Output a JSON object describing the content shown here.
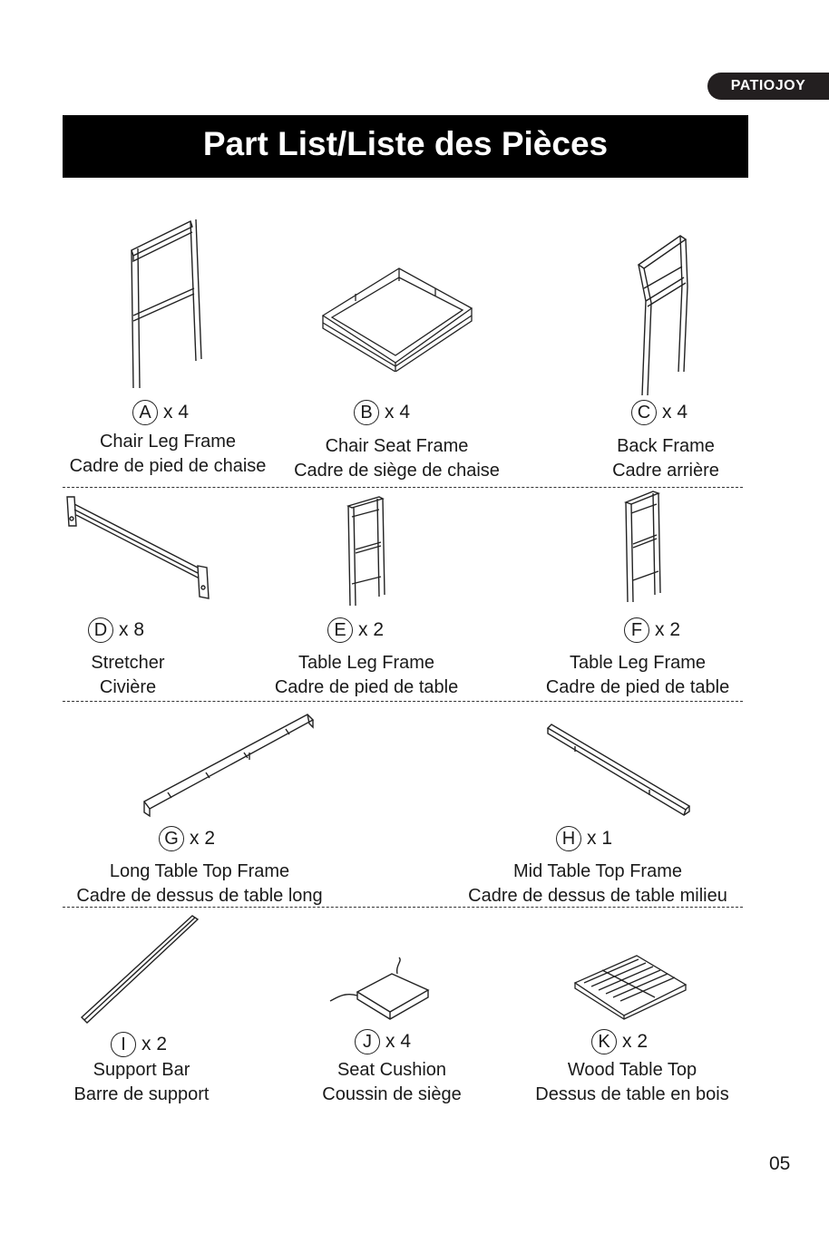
{
  "brand": "PATIOJOY",
  "title": "Part List/Liste des Pièces",
  "page_number": "05",
  "parts": [
    {
      "letter": "A",
      "qty": "x 4",
      "name_en": "Chair Leg Frame",
      "name_fr": "Cadre de pied de chaise",
      "icon": "chair-leg-frame-icon"
    },
    {
      "letter": "B",
      "qty": "x 4",
      "name_en": "Chair Seat Frame",
      "name_fr": "Cadre de siège de chaise",
      "icon": "chair-seat-frame-icon"
    },
    {
      "letter": "C",
      "qty": "x 4",
      "name_en": "Back Frame",
      "name_fr": "Cadre arrière",
      "icon": "back-frame-icon"
    },
    {
      "letter": "D",
      "qty": "x 8",
      "name_en": "Stretcher",
      "name_fr": "Civière",
      "icon": "stretcher-icon"
    },
    {
      "letter": "E",
      "qty": "x 2",
      "name_en": "Table Leg Frame",
      "name_fr": "Cadre de pied de table",
      "icon": "table-leg-frame-icon"
    },
    {
      "letter": "F",
      "qty": "x 2",
      "name_en": "Table Leg Frame",
      "name_fr": "Cadre de pied de table",
      "icon": "table-leg-frame-icon"
    },
    {
      "letter": "G",
      "qty": "x 2",
      "name_en": "Long Table Top Frame",
      "name_fr": "Cadre de dessus de table long",
      "icon": "long-table-top-frame-icon"
    },
    {
      "letter": "H",
      "qty": "x 1",
      "name_en": "Mid Table Top Frame",
      "name_fr": "Cadre de dessus de table milieu",
      "icon": "mid-table-top-frame-icon"
    },
    {
      "letter": "I",
      "qty": "x 2",
      "name_en": "Support Bar",
      "name_fr": "Barre de support",
      "icon": "support-bar-icon"
    },
    {
      "letter": "J",
      "qty": "x 4",
      "name_en": "Seat Cushion",
      "name_fr": "Coussin de siège",
      "icon": "seat-cushion-icon"
    },
    {
      "letter": "K",
      "qty": "x 2",
      "name_en": "Wood Table Top",
      "name_fr": "Dessus de table en bois",
      "icon": "wood-table-top-icon"
    }
  ]
}
